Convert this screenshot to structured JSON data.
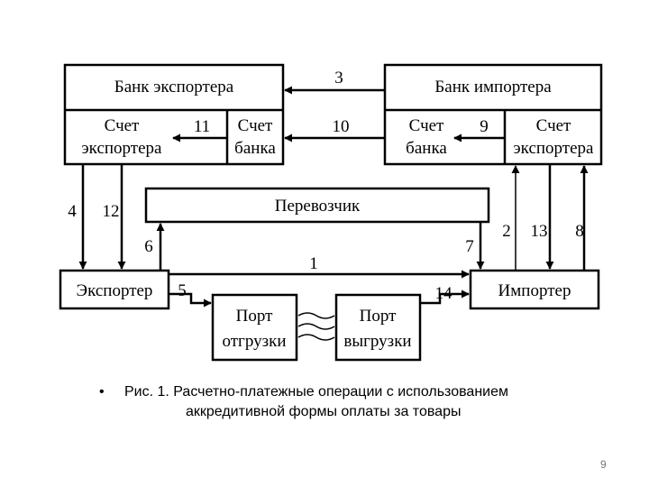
{
  "diagram": {
    "bank_exporter": "Банк экспортера",
    "bank_importer": "Банк импортера",
    "exporter_account_l1": "Счет",
    "exporter_account_l2": "экспортера",
    "bank_account_left_l1": "Счет",
    "bank_account_left_l2": "банка",
    "bank_account_right_l1": "Счет",
    "bank_account_right_l2": "банка",
    "importer_side_account_l1": "Счет",
    "importer_side_account_l2": "экспортера",
    "carrier": "Перевозчик",
    "exporter": "Экспортер",
    "importer": "Импортер",
    "port_shipment_l1": "Порт",
    "port_shipment_l2": "отгрузки",
    "port_unload_l1": "Порт",
    "port_unload_l2": "выгрузки",
    "flows": {
      "n1": "1",
      "n2": "2",
      "n3": "3",
      "n4": "4",
      "n5": "5",
      "n6": "6",
      "n7": "7",
      "n8": "8",
      "n9": "9",
      "n10": "10",
      "n11": "11",
      "n12": "12",
      "n13": "13",
      "n14": "14"
    }
  },
  "caption": {
    "bullet": "•",
    "line1": "Рис. 1. Расчетно-платежные операции с использованием",
    "line2": "аккредитивной формы оплаты за товары"
  },
  "page_number": "9"
}
